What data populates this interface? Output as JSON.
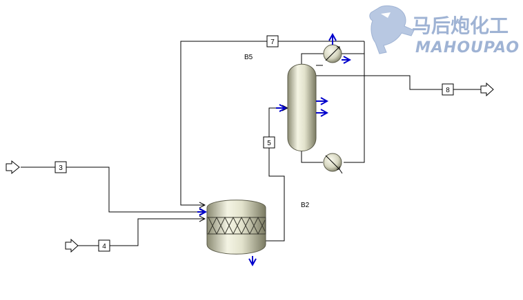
{
  "logo": {
    "chinese_text": "马后炮化工",
    "latin_text": "MAHOUPAO",
    "color": "#9fb3d4"
  },
  "blocks": {
    "column_label": "B5",
    "reactor_label": "B2"
  },
  "streams": {
    "s3": "3",
    "s4": "4",
    "s5": "5",
    "s7": "7",
    "s8": "8"
  },
  "colors": {
    "line": "#000000",
    "product_arrow": "#0000cc",
    "vessel_light": "#f4f4e4",
    "vessel_dark": "#8a8a72"
  }
}
